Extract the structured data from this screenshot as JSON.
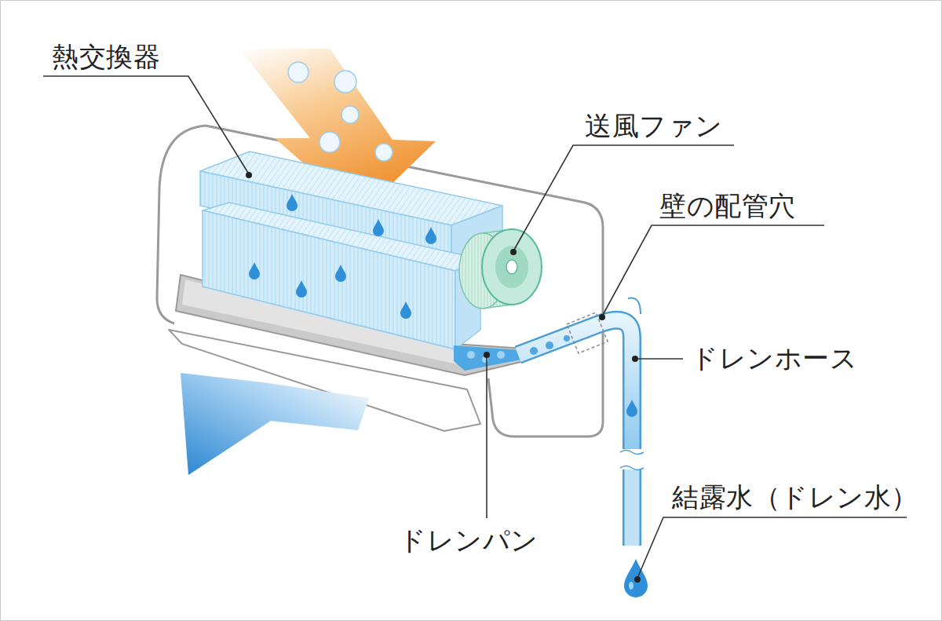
{
  "diagram": {
    "labels": [
      "熱交換器",
      "送風ファン",
      "壁の配管穴",
      "ドレンホース",
      "結露水（ドレン水）",
      "ドレンパン"
    ]
  }
}
